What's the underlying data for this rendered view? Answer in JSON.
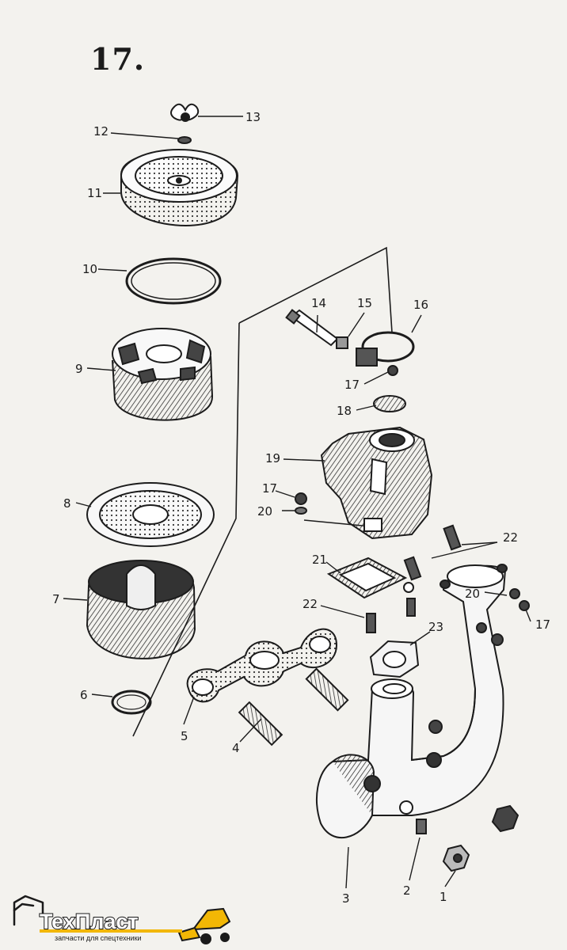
{
  "figure_number": "17.",
  "callouts": [
    {
      "id": "callout-1",
      "text": "1"
    },
    {
      "id": "callout-2",
      "text": "2"
    },
    {
      "id": "callout-3",
      "text": "3"
    },
    {
      "id": "callout-4",
      "text": "4"
    },
    {
      "id": "callout-5",
      "text": "5"
    },
    {
      "id": "callout-6",
      "text": "6"
    },
    {
      "id": "callout-7",
      "text": "7"
    },
    {
      "id": "callout-8",
      "text": "8"
    },
    {
      "id": "callout-9",
      "text": "9"
    },
    {
      "id": "callout-10",
      "text": "10"
    },
    {
      "id": "callout-11",
      "text": "11"
    },
    {
      "id": "callout-12",
      "text": "12"
    },
    {
      "id": "callout-13",
      "text": "13"
    },
    {
      "id": "callout-14",
      "text": "14"
    },
    {
      "id": "callout-15",
      "text": "15"
    },
    {
      "id": "callout-16",
      "text": "16"
    },
    {
      "id": "callout-17a",
      "text": "17"
    },
    {
      "id": "callout-17b",
      "text": "17"
    },
    {
      "id": "callout-17c",
      "text": "17"
    },
    {
      "id": "callout-18",
      "text": "18"
    },
    {
      "id": "callout-19",
      "text": "19"
    },
    {
      "id": "callout-20a",
      "text": "20"
    },
    {
      "id": "callout-20b",
      "text": "20"
    },
    {
      "id": "callout-21",
      "text": "21"
    },
    {
      "id": "callout-22a",
      "text": "22"
    },
    {
      "id": "callout-22b",
      "text": "22"
    },
    {
      "id": "callout-23",
      "text": "23"
    }
  ],
  "logo": {
    "name": "ТехПласт",
    "tagline": "запчасти для спецтехники",
    "accent_color": "#f2b705",
    "outline_color": "#1a1a1a"
  },
  "colors": {
    "paper": "#f3f2ee",
    "ink": "#1c1c1c"
  }
}
